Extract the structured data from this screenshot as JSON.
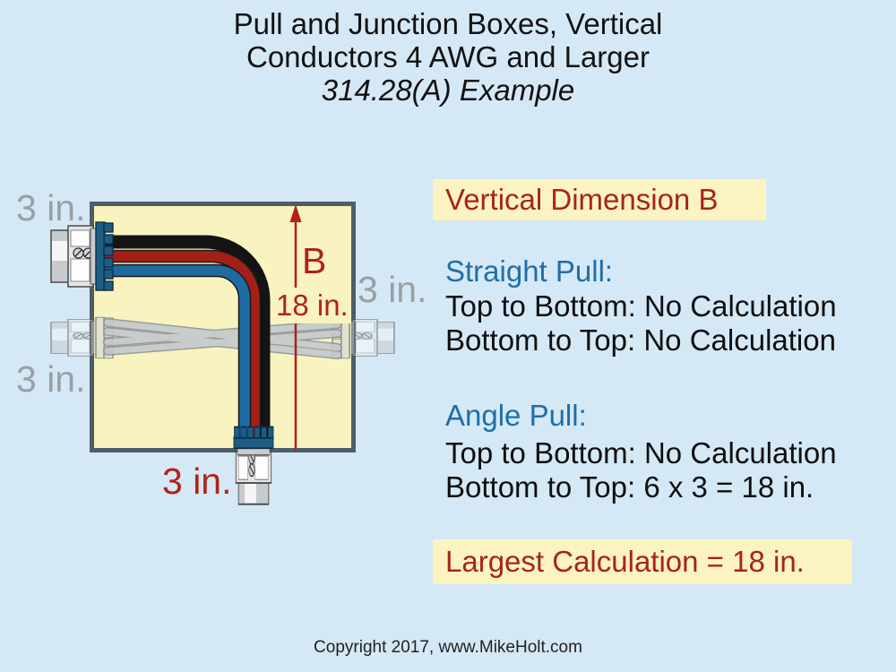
{
  "title": {
    "line1": "Pull and Junction Boxes, Vertical",
    "line2": "Conductors 4 AWG and Larger",
    "line3": "314.28(A) Example"
  },
  "diagram": {
    "labels": {
      "top_left_conduit": "3 in.",
      "mid_left_conduit": "3 in.",
      "right_conduit": "3 in.",
      "bottom_conduit": "3 in.",
      "dimension_letter": "B",
      "dimension_value": "18 in."
    },
    "colors": {
      "background": "#d5e8f5",
      "box_fill": "#f9f3c0",
      "box_border": "#4e5d66",
      "conductor_black": "#141414",
      "conductor_red": "#a32017",
      "conductor_blue": "#1e6ba3",
      "ghost_gray": "#c3c8cc",
      "locknut_blue": "#1d5e86",
      "dimension_red": "#b22018",
      "label_gray": "#9aa0a3",
      "highlight_yellow": "#fbf4c0"
    }
  },
  "panel": {
    "heading": "Vertical Dimension B",
    "straight_pull": {
      "title": "Straight Pull:",
      "lines": [
        "Top to Bottom: No Calculation",
        "Bottom to Top: No Calculation"
      ]
    },
    "angle_pull": {
      "title": "Angle Pull:",
      "lines": [
        "Top to Bottom: No Calculation",
        "Bottom to Top: 6 x 3 = 18 in."
      ]
    },
    "result": "Largest Calculation = 18 in."
  },
  "footer": {
    "copyright": "Copyright 2017, www.MikeHolt.com"
  }
}
